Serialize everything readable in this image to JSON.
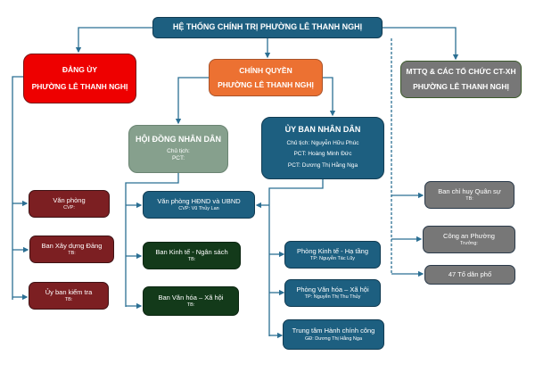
{
  "diagram": {
    "title": "HỆ THỐNG CHÍNH TRỊ PHƯỜNG LÊ THANH NGHỊ",
    "colors": {
      "connector": "#2b6f93",
      "dang_uy": "#ee0000",
      "chinh_quyen": "#ec7132",
      "mttq": "#777777",
      "hdnd": "#86a08d",
      "ubnd": "#1d5f80",
      "party_units": "#7c1f22",
      "council_units": "#133a1a"
    },
    "dang_uy": {
      "line1": "ĐẢNG ỦY",
      "line2": "PHƯỜNG LÊ THANH NGHỊ",
      "units": [
        {
          "name": "Văn phòng",
          "head": "CVP:"
        },
        {
          "name": "Ban Xây dựng Đảng",
          "head": "TB:"
        },
        {
          "name": "Ủy ban kiểm tra",
          "head": "TB:"
        }
      ]
    },
    "chinh_quyen": {
      "line1": "CHÍNH QUYỀN",
      "line2": "PHƯỜNG LÊ THANH NGHỊ",
      "hdnd": {
        "title": "HỘI ĐỒNG NHÂN DÂN",
        "chair": "Chủ tịch:",
        "vice": "PCT:"
      },
      "ubnd": {
        "title": "ỦY BAN NHÂN DÂN",
        "chair": "Chủ tịch: Nguyễn Hữu Phúc",
        "vice1": "PCT: Hoàng Minh Đức",
        "vice2": "PCT: Dương Thị Hằng Nga"
      },
      "shared_office": {
        "name": "Văn phòng HĐND và UBND",
        "head": "CVP: Vũ Thủy Lan"
      },
      "hdnd_units": [
        {
          "name": "Ban Kinh tế - Ngân sách",
          "head": "TB:"
        },
        {
          "name": "Ban Văn hóa – Xã hội",
          "head": "TB:"
        }
      ],
      "ubnd_units": [
        {
          "name": "Phòng Kinh tế - Hạ tầng",
          "head": "TP: Nguyễn Tác Lũy"
        },
        {
          "name": "Phòng Văn hóa – Xã hội",
          "head": "TP: Nguyễn Thị Thu Thủy"
        },
        {
          "name": "Trung tâm Hành chính công",
          "head": "GĐ: Dương Thị Hằng Nga"
        }
      ]
    },
    "mttq": {
      "line1": "MTTQ & CÁC TỔ CHỨC CT-XH",
      "line2": "PHƯỜNG LÊ THANH NGHỊ"
    },
    "other_units": [
      {
        "name": "Ban chỉ huy Quân sự",
        "head": "TB:"
      },
      {
        "name": "Công an Phường",
        "head": "Trưởng:"
      },
      {
        "name": "47 Tổ dân phố",
        "head": ""
      }
    ]
  }
}
